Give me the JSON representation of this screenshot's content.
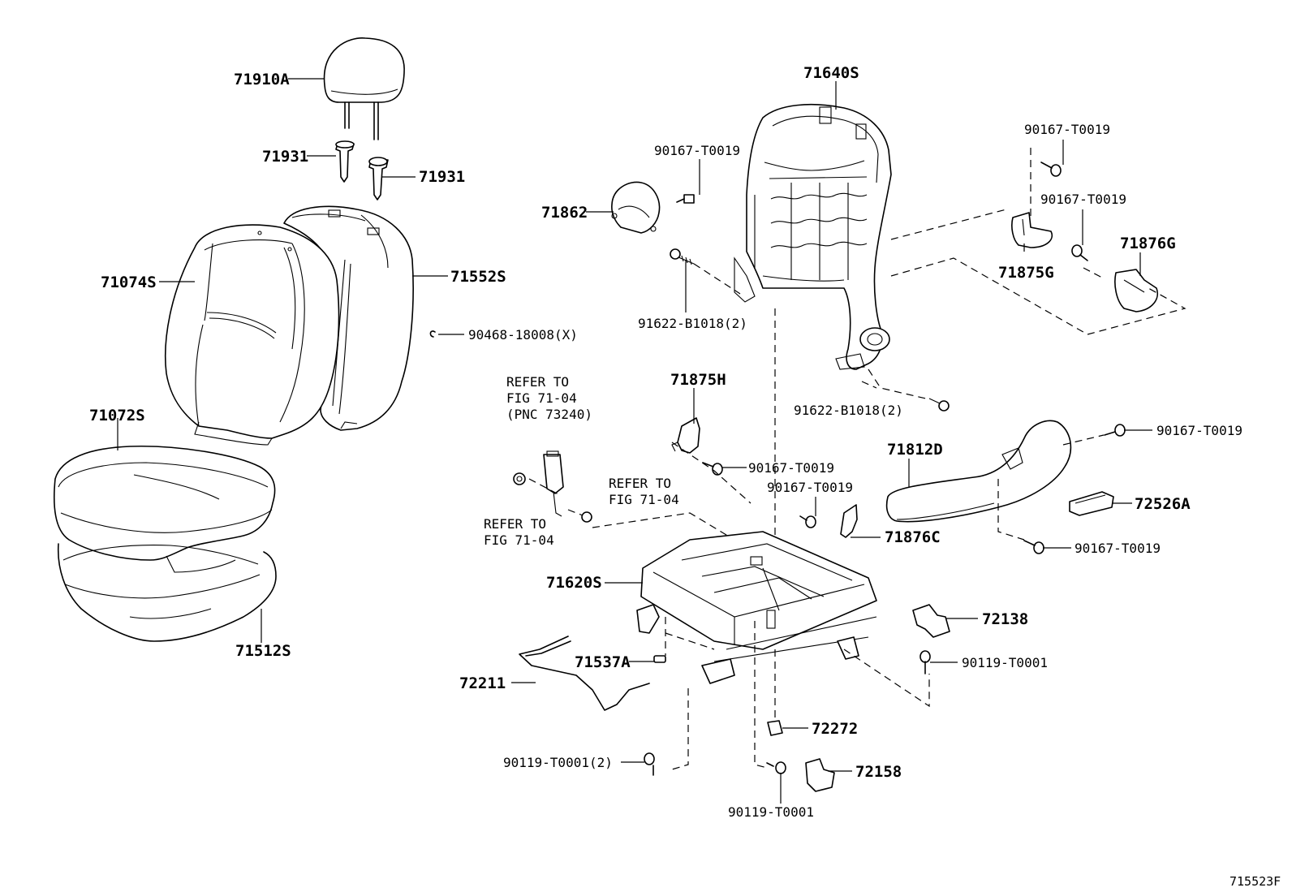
{
  "diagram_id": "715523F",
  "labels": {
    "headrest": "71910A",
    "headrest_support_left": "71931",
    "headrest_support_right": "71931",
    "seatback_cover": "71074S",
    "seatback_pad": "71552S",
    "hog_ring": "90468-18008(X)",
    "cushion_cover": "71072S",
    "cushion_pad": "71512S",
    "seatback_frame": "71640S",
    "recliner_cover_inner": "71862",
    "screw_recliner_inner": "90167-T0019",
    "bolt_back_frame_upper": "91622-B1018(2)",
    "bolt_back_frame_lower": "91622-B1018(2)",
    "screw_top_right_1": "90167-T0019",
    "screw_top_right_2": "90167-T0019",
    "cover_75g": "71875G",
    "cover_76g": "71876G",
    "cover_75h": "71875H",
    "screw_75h": "90167-T0019",
    "screw_76c": "90167-T0019",
    "cover_76c": "71876C",
    "shield_outer": "71812D",
    "screw_shield_upper": "90167-T0019",
    "knob": "72526A",
    "screw_shield_lower": "90167-T0019",
    "refer_belt": "REFER TO\nFIG 71-04\n(PNC 73240)",
    "refer_bolt_left": "REFER TO\nFIG 71-04",
    "refer_bolt_right": "REFER TO\nFIG 71-04",
    "cushion_frame": "71620S",
    "adjuster_rod": "72211",
    "clip": "71537A",
    "cover_72138": "72138",
    "bolt_72138": "90119-T0001",
    "bolt_front_left": "90119-T0001(2)",
    "cover_72272": "72272",
    "cover_72158": "72158",
    "bolt_72158": "90119-T0001"
  }
}
